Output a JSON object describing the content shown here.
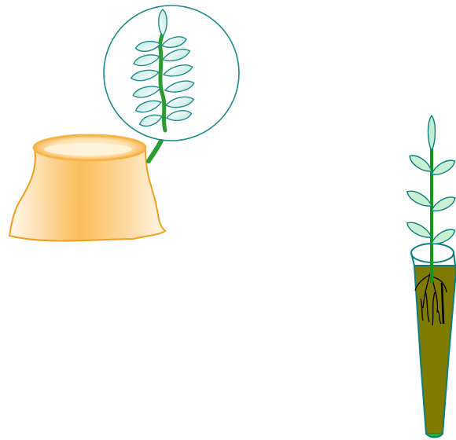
{
  "figure": {
    "left_panel": {
      "items": [
        "cut-stump-in-pot",
        "plant-shoot-in-circle"
      ],
      "colors": {
        "stump_fill": "#f9b341",
        "stump_outline": "#f0a020",
        "leaf_fill": "#dff5f2",
        "leaf_outline": "#1f8a8a",
        "stem": "#2e9a32",
        "circle_outline": "#1f8a8a"
      }
    },
    "right_panel": {
      "items": [
        "plant-in-test-tube",
        "roots"
      ],
      "colors": {
        "soil": "#7f7a00",
        "tube_outline": "#0d7f7f",
        "stem": "#119911",
        "root": "#000000"
      }
    }
  }
}
